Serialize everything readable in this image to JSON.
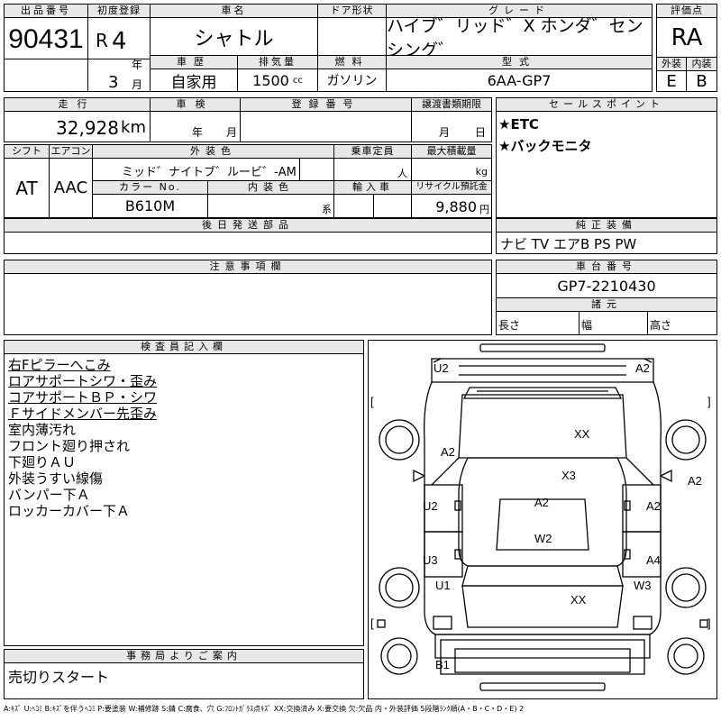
{
  "header": {
    "lot_no_label": "出品番号",
    "lot_no": "90431",
    "first_reg_label": "初度登録",
    "era": "R",
    "year_num": "4",
    "year_unit": "年",
    "month_num": "3",
    "month_unit": "月",
    "name_label": "車名",
    "name": "シャトル",
    "door_label": "ドア形状",
    "grade_label": "グレード",
    "grade": "ハイブ゛リッド゛X ホンダ゛センシング゛",
    "score_label": "評価点",
    "score": "RA",
    "history_label": "車歴",
    "history": "自家用",
    "displacement_label": "排気量",
    "displacement": "1500",
    "displacement_unit": "cc",
    "fuel_label": "燃料",
    "fuel": "ガソリン",
    "model_label": "型式",
    "model": "6AA-GP7",
    "ext_label": "外装",
    "ext_score": "E",
    "int_label": "内装",
    "int_score": "B"
  },
  "row2": {
    "mileage_label": "走行",
    "mileage": "32,928",
    "mileage_unit": "km",
    "inspection_label": "車検",
    "insp_year_unit": "年",
    "insp_month_unit": "月",
    "reg_label": "登録番号",
    "transfer_label": "譲渡書類期限",
    "transfer_month_unit": "月",
    "transfer_day_unit": "日",
    "selling_label": "セールスポイント",
    "selling_points": [
      "★ETC",
      "★バックモニタ"
    ]
  },
  "row3": {
    "shift_label": "シフト",
    "shift": "AT",
    "ac_label": "エアコン",
    "ac": "AAC",
    "ext_color_label": "外装色",
    "ext_color": "ミッド゛ナイトブ゛ルービ゛-AM",
    "capacity_label": "乗車定員",
    "capacity_unit": "人",
    "max_load_label": "最大積載量",
    "max_load_unit": "kg",
    "color_no_label": "カラー No.",
    "color_no": "B610M",
    "int_color_label": "内装色",
    "int_color_unit": "系",
    "import_label": "輸入車",
    "recycle_label": "リサイクル預託金",
    "recycle": "9,880",
    "recycle_unit": "円"
  },
  "row4": {
    "later_parts_label": "後日発送部品",
    "genuine_label": "純正装備",
    "genuine": "ナビ TV エアB PS PW"
  },
  "row5": {
    "notes_label": "注意事項欄",
    "chassis_label": "車台番号",
    "chassis": "GP7-2210430",
    "dims_label": "諸元",
    "length_label": "長さ",
    "width_label": "幅",
    "height_label": "高さ"
  },
  "inspector": {
    "label": "検査員記入欄",
    "lines": [
      "右Fピラーへこみ",
      "ロアサポートシワ・歪み",
      "コアサポートＢＰ・シワ",
      "Ｆサイドメンバー先歪み",
      "室内薄汚れ",
      "フロント廻り押され",
      "下廻りＡＵ",
      "外装うすい線傷",
      "バンパー下Ａ",
      "ロッカーカバー下Ａ"
    ],
    "underlined_count": 4
  },
  "office": {
    "label": "事務局よりご案内",
    "text": "売切りスタート"
  },
  "diagram_marks": {
    "u2_top": "U2",
    "a2_top": "A2",
    "bracket_l": "[",
    "bracket_r": "]",
    "xx_hood": "XX",
    "a2_lfender": "A2",
    "x3": "X3",
    "a2_rfender": "A2",
    "u2_ldoor": "U2",
    "a2_roof": "A2",
    "a2_rdoor": "A2",
    "w2": "W2",
    "u3_lrdoor": "U3",
    "a4_rrdoor": "A4",
    "u1": "U1",
    "w3": "W3",
    "xx_trunk": "XX",
    "bracket_l2": "[",
    "bracket_r2": "]",
    "b1": "B1"
  },
  "legend": "A:ｷｽﾞ U:ﾍｺﾐ B:ｷｽﾞを伴うﾍｺﾐ P:要塗装 W:補修跡 S:錆 C:腐食、穴 G:ﾌﾛﾝﾄｶﾞﾗｽ点ｷｽﾞ XX:交換済み X:要交換 欠:欠品 内・外装評価 5段階ﾗﾝｸ順(A・B・C・D・E) 2"
}
